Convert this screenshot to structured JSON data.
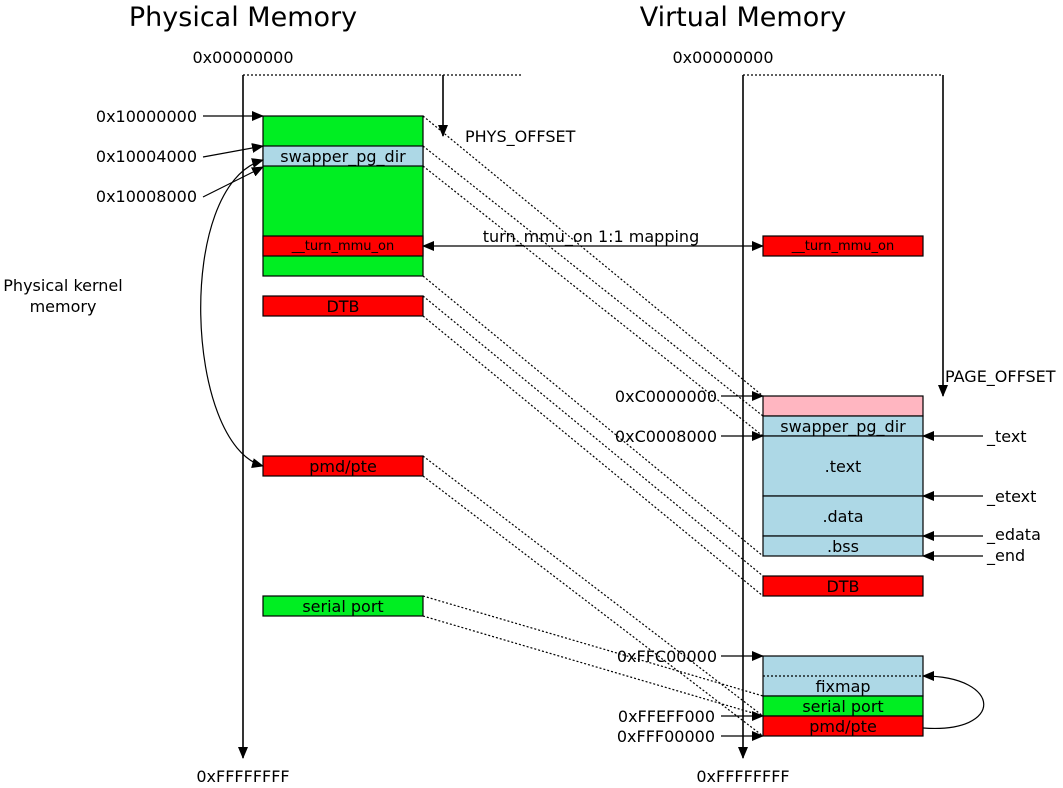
{
  "titles": {
    "physical": "Physical Memory",
    "virtual": "Virtual Memory"
  },
  "colors": {
    "green": "#00ee22",
    "red": "#ff0000",
    "blue": "#add8e6",
    "pink": "#ffb6c1"
  },
  "physical": {
    "top_addr": "0x00000000",
    "bottom_addr": "0xFFFFFFFF",
    "addr_1": "0x10000000",
    "addr_2": "0x10004000",
    "addr_3": "0x10008000",
    "phys_offset": "PHYS_OFFSET",
    "kernel_mem_line1": "Physical kernel",
    "kernel_mem_line2": "memory",
    "blocks": {
      "swapper": "swapper_pg_dir",
      "turn_mmu_on": "__turn_mmu_on",
      "dtb": "DTB",
      "pmd_pte": "pmd/pte",
      "serial_port": "serial port"
    }
  },
  "mapping_label": "turn_mmu_on 1:1 mapping",
  "virtual": {
    "top_addr": "0x00000000",
    "bottom_addr": "0xFFFFFFFF",
    "page_offset": "PAGE_OFFSET",
    "addr_c0000000": "0xC0000000",
    "addr_c0008000": "0xC0008000",
    "addr_ffc00000": "0xFFC00000",
    "addr_ffeff000": "0xFFEFF000",
    "addr_fff00000": "0xFFF00000",
    "symbols": {
      "text": "_text",
      "etext": "_etext",
      "edata": "_edata",
      "end": "_end"
    },
    "blocks": {
      "turn_mmu_on": "__turn_mmu_on",
      "swapper": "swapper_pg_dir",
      "text": ".text",
      "data": ".data",
      "bss": ".bss",
      "dtb": "DTB",
      "fixmap": "fixmap",
      "serial_port": "serial port",
      "pmd_pte": "pmd/pte"
    }
  }
}
